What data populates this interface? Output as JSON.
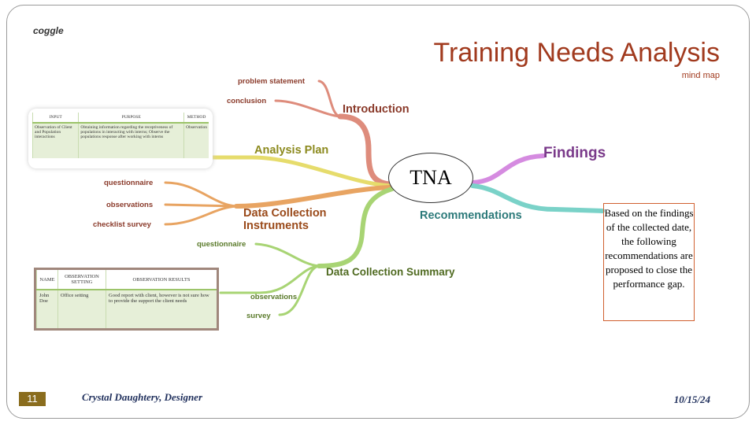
{
  "logo": "coggle",
  "title": "Training Needs Analysis",
  "subtitle": "mind map",
  "center": "TNA",
  "branches": {
    "introduction": {
      "label": "Introduction",
      "children": [
        "problem statement",
        "conclusion"
      ]
    },
    "analysis_plan": {
      "label": "Analysis Plan"
    },
    "instruments": {
      "label_line1": "Data Collection",
      "label_line2": "Instruments",
      "children": [
        "questionnaire",
        "observations",
        "checklist survey"
      ]
    },
    "summary": {
      "label": "Data Collection Summary",
      "children": [
        "questionnaire",
        "observations",
        "survey"
      ]
    },
    "findings": {
      "label": "Findings"
    },
    "recommendations": {
      "label": "Recommendations",
      "note": "Based on the findings of the collected date, the following recommendations are proposed to close the performance gap."
    }
  },
  "analysis_table": {
    "headers": [
      "INPUT",
      "PURPOSE",
      "METHOD"
    ],
    "row": [
      "Observation of Client and Population interactions",
      "Obtaining information regarding the receptiveness of populations in interacting with interns; Observe the populations response after working with interns",
      "Observation"
    ]
  },
  "observation_table": {
    "headers": [
      "NAME",
      "OBSERVATION SETTING",
      "OBSERVATION RESULTS"
    ],
    "row": [
      "John Doe",
      "Office setting",
      "Good report with client, however is not sure how to provide the support the client needs"
    ]
  },
  "footer": {
    "page": "11",
    "designer": "Crystal Daughtery, Designer",
    "date": "10/15/24"
  },
  "colors": {
    "intro": "#de8c7c",
    "plan": "#e6dc6c",
    "instruments": "#e8a462",
    "summary": "#a8d474",
    "findings": "#d58be0",
    "recommendations": "#7ad2c8",
    "title": "#a13a1e"
  }
}
